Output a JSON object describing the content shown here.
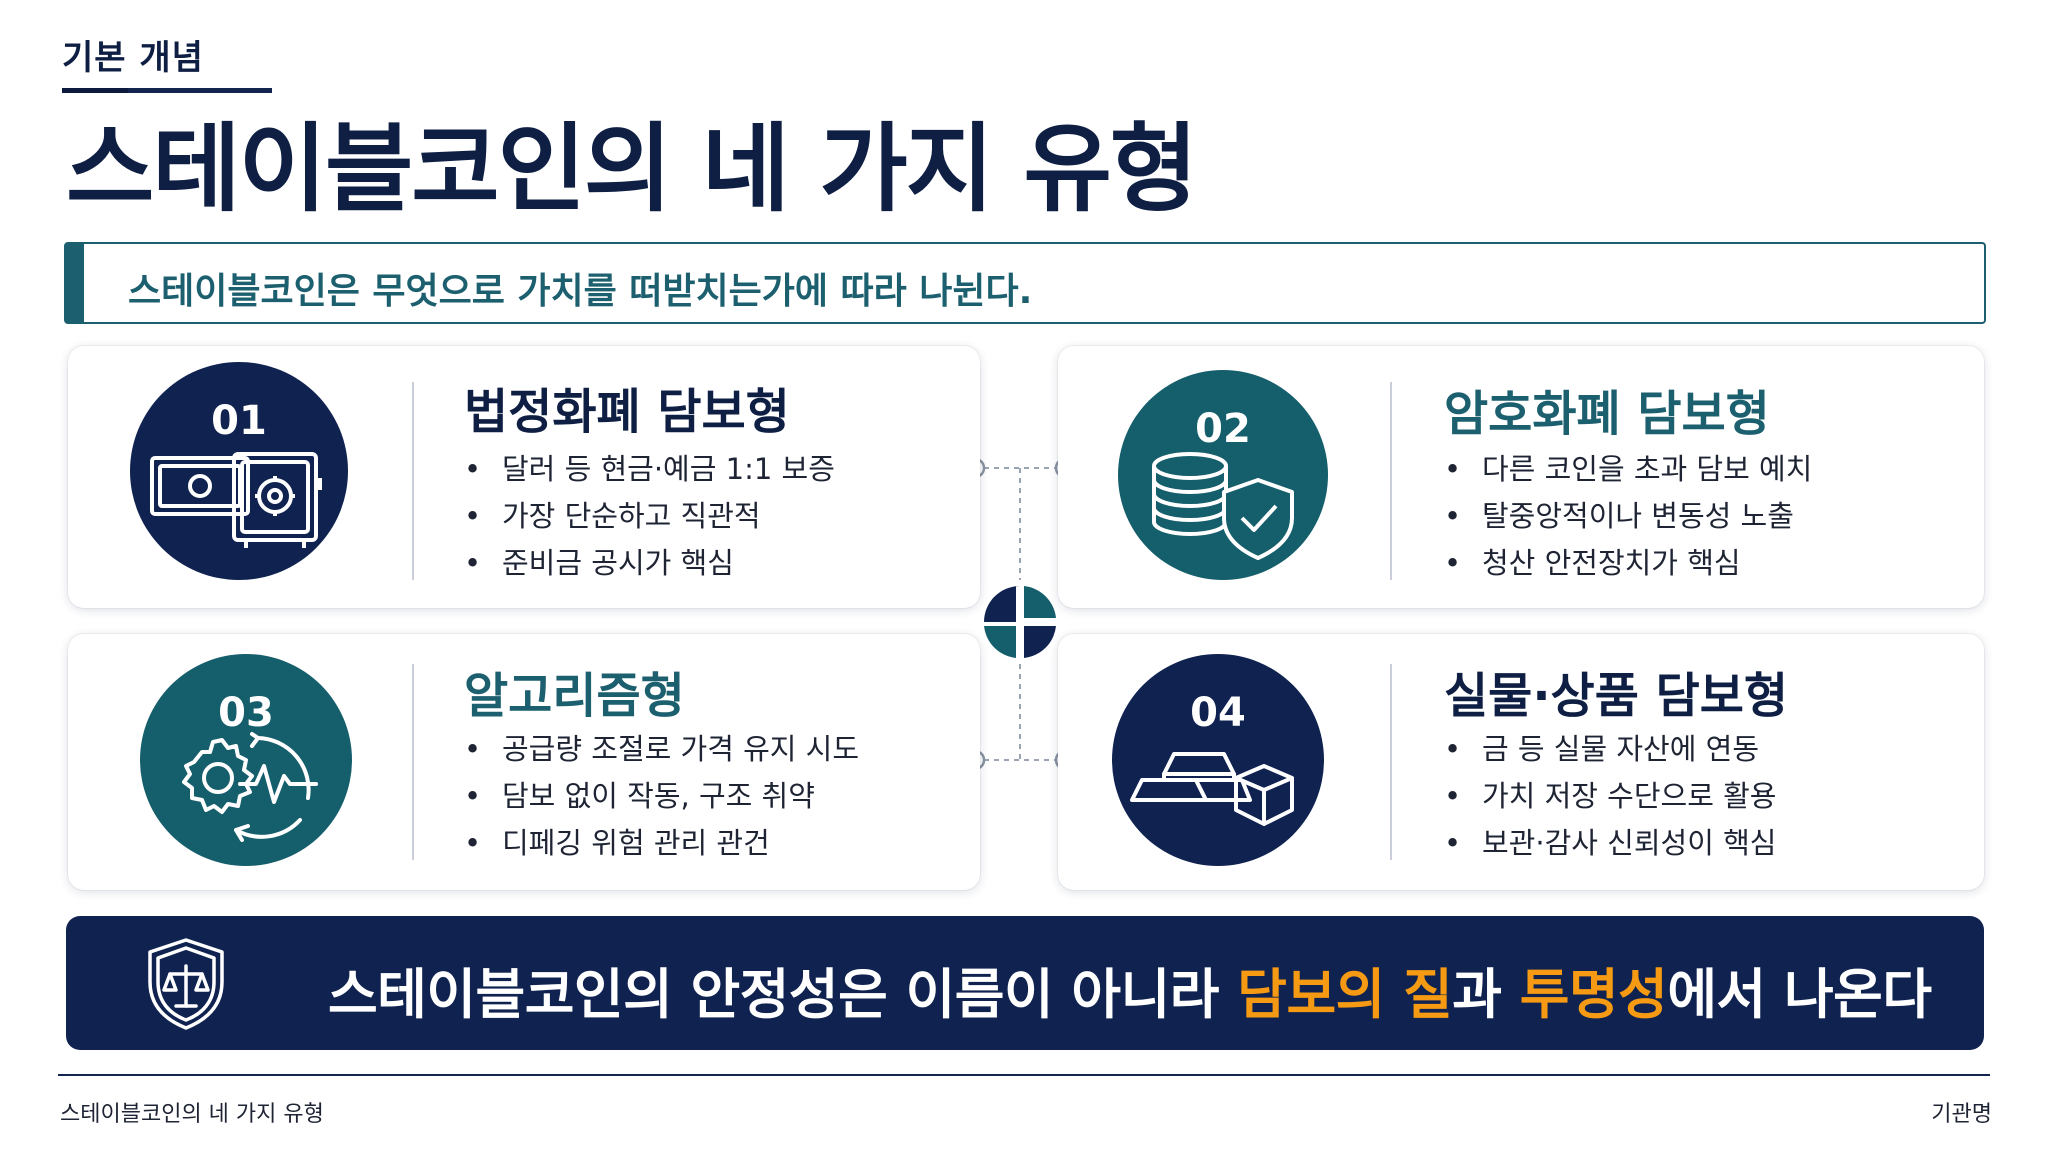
{
  "header": {
    "section_label": "기본 개념",
    "title": "스테이블코인의 네 가지 유형",
    "subtitle": "스테이블코인은 무엇으로 가치를 떠받치는가에 따라 나뉜다."
  },
  "cards": [
    {
      "number": "01",
      "title": "법정화폐 담보형",
      "bullets": [
        "달러 등 현금·예금 1:1 보증",
        "가장 단순하고 직관적",
        "준비금 공시가 핵심"
      ],
      "icon": "cash-vault-icon"
    },
    {
      "number": "02",
      "title": "암호화폐 담보형",
      "bullets": [
        "다른 코인을 초과 담보 예치",
        "탈중앙적이나 변동성 노출",
        "청산 안전장치가 핵심"
      ],
      "icon": "coin-stack-shield-icon"
    },
    {
      "number": "03",
      "title": "알고리즘형",
      "bullets": [
        "공급량 조절로 가격 유지 시도",
        "담보 없이 작동, 구조 취약",
        "디페깅 위험 관리 관건"
      ],
      "icon": "gear-pulse-icon"
    },
    {
      "number": "04",
      "title": "실물·상품 담보형",
      "bullets": [
        "금 등 실물 자산에 연동",
        "가치 저장 수단으로 활용",
        "보관·감사 신뢰성이 핵심"
      ],
      "icon": "gold-bar-box-icon"
    }
  ],
  "banner": {
    "part1": "스테이블코인의 안정성은 이름이 아니라 ",
    "highlight1": "담보의 질",
    "part2": "과 ",
    "highlight2": "투명성",
    "part3": "에서 나온다",
    "icon": "shield-scale-icon"
  },
  "footer": {
    "left": "스테이블코인의 네 가지 유형",
    "right": "기관명"
  },
  "colors": {
    "navy": "#0f2250",
    "teal": "#155e6b",
    "accent": "#f59a12",
    "title_navy": "#0f1f44",
    "title_teal": "#1c5f6e"
  }
}
